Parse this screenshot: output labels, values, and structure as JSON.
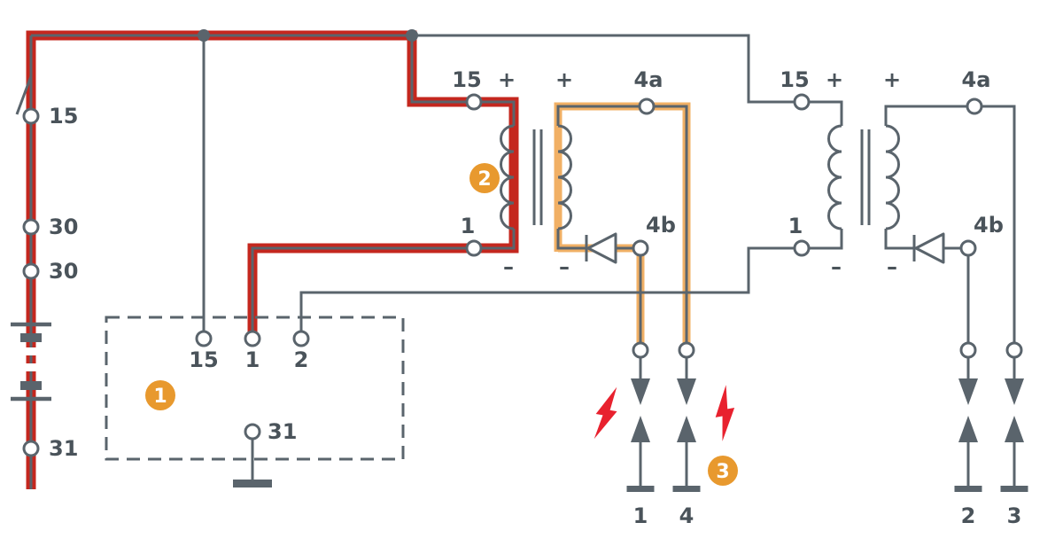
{
  "colors": {
    "wire": "#5a646c",
    "primary_trace": "#c4271e",
    "secondary_trace": "#f1b065",
    "badge": "#e8992e",
    "spark": "#e8212e",
    "label": "#4a535a"
  },
  "battery_branch": {
    "terminal_15": "15",
    "terminal_30_upper": "30",
    "terminal_30_lower": "30",
    "terminal_31": "31"
  },
  "control_unit": {
    "badge": "1",
    "terminal_15": "15",
    "terminal_1": "1",
    "terminal_2": "2",
    "terminal_31": "31"
  },
  "coil_left": {
    "badge": "2",
    "terminal_15": "15",
    "primary_plus": "+",
    "secondary_plus": "+",
    "terminal_4a": "4a",
    "terminal_1": "1",
    "primary_minus": "–",
    "secondary_minus": "–",
    "terminal_4b": "4b"
  },
  "coil_right": {
    "terminal_15": "15",
    "primary_plus": "+",
    "secondary_plus": "+",
    "terminal_4a": "4a",
    "terminal_1": "1",
    "primary_minus": "–",
    "secondary_minus": "–",
    "terminal_4b": "4b"
  },
  "spark_plugs": {
    "badge": "3",
    "cylinder_labels": [
      "1",
      "4",
      "2",
      "3"
    ]
  }
}
